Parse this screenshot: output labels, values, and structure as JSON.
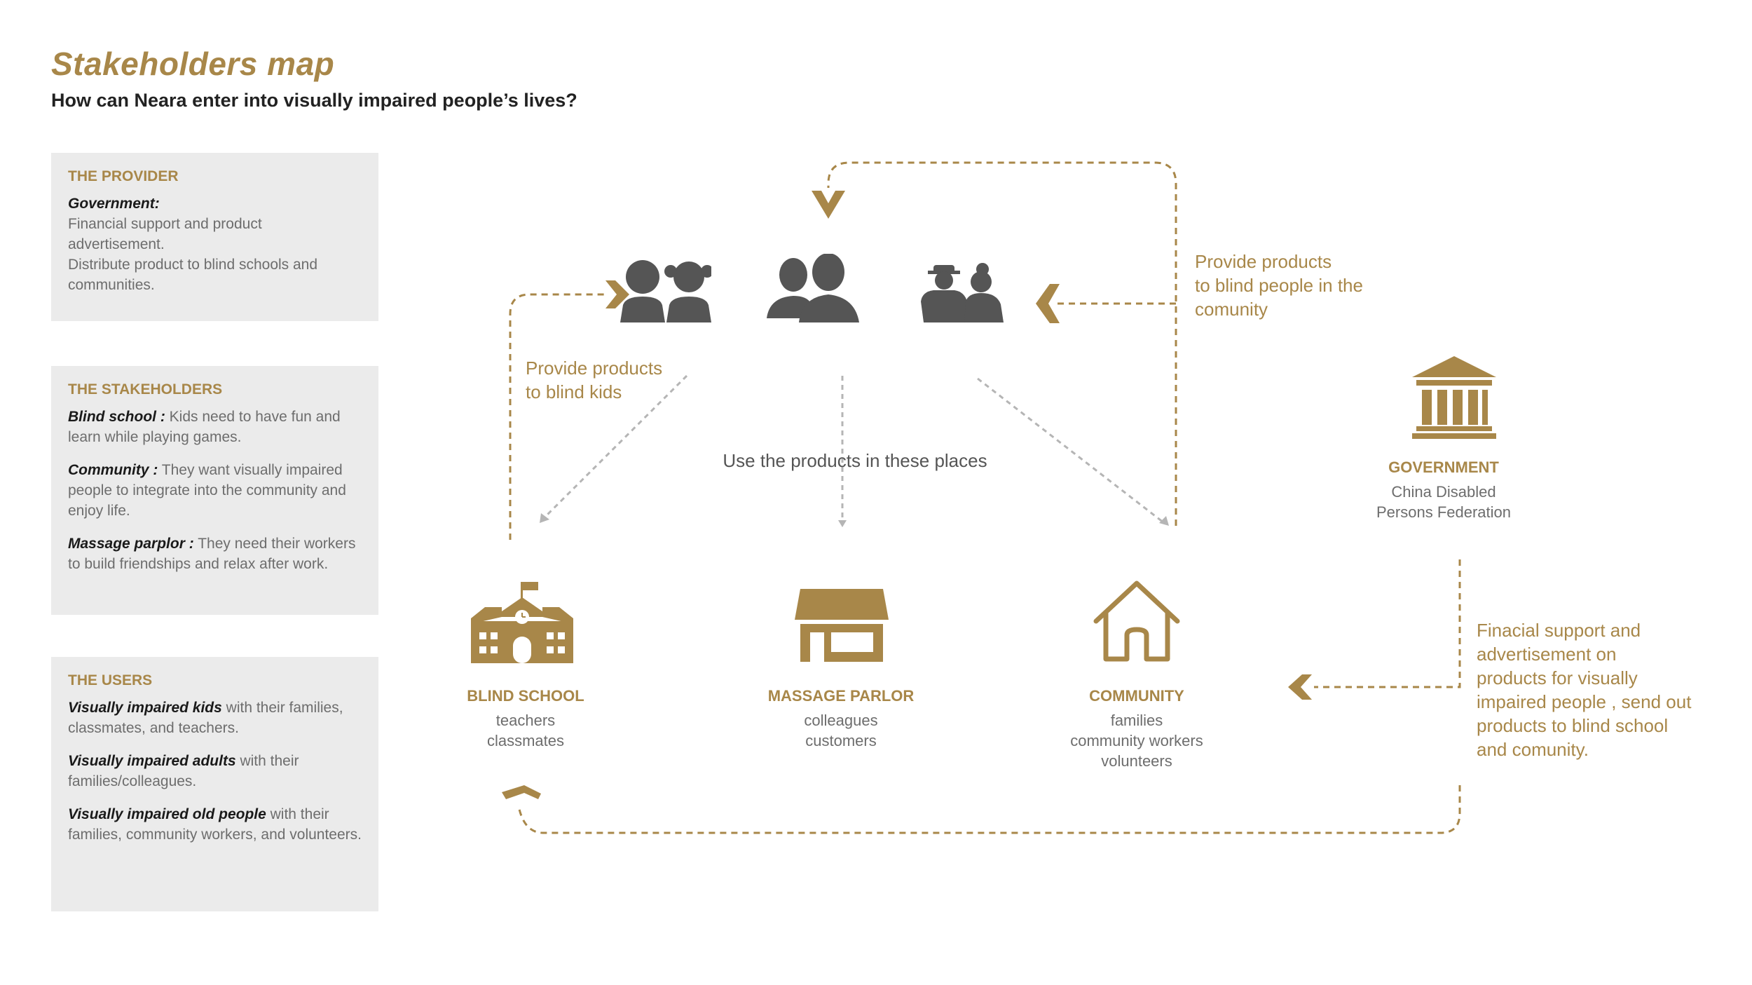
{
  "header": {
    "title": "Stakeholders map",
    "subtitle": "How can Neara enter into visually impaired people’s lives?"
  },
  "provider": {
    "heading": "THE PROVIDER",
    "name": "Government:",
    "line1": "Financial support and product advertisement.",
    "line2": "Distribute product to blind schools and communities."
  },
  "stakeholders": {
    "heading": "THE STAKEHOLDERS",
    "items": [
      {
        "name": "Blind school :",
        "text": " Kids need to have fun and learn while playing games."
      },
      {
        "name": "Community :",
        "text": " They want visually impaired people to integrate into the community and enjoy life."
      },
      {
        "name": "Massage parplor :",
        "text": " They need their workers to build friendships and relax after work."
      }
    ]
  },
  "users": {
    "heading": "THE USERS",
    "items": [
      {
        "name": "Visually impaired kids",
        "text": " with their families, classmates, and teachers."
      },
      {
        "name": "Visually impaired adults",
        "text": " with their families/colleagues."
      },
      {
        "name": "Visually impaired old people",
        "text": " with their families, community workers, and volunteers."
      }
    ]
  },
  "diagram": {
    "provide_kids": [
      "Provide products",
      "to blind kids"
    ],
    "provide_community": [
      "Provide  products",
      "to blind people in the",
      "comunity"
    ],
    "use_places": "Use the products in these places",
    "government": {
      "title": "GOVERNMENT",
      "lines": [
        "China Disabled",
        "Persons Federation"
      ]
    },
    "support_note": [
      "Finacial support and",
      "advertisement on",
      "products for visually",
      "impaired people , send out",
      "products to blind school",
      "and comunity."
    ],
    "places": [
      {
        "title": "BLIND SCHOOL",
        "lines": [
          "teachers",
          "classmates"
        ]
      },
      {
        "title": "MASSAGE PARLOR",
        "lines": [
          "colleagues",
          "customers"
        ]
      },
      {
        "title": "COMMUNITY",
        "lines": [
          "families",
          "community workers",
          "volunteers"
        ]
      }
    ]
  },
  "colors": {
    "accent": "#a88749",
    "icon_dark": "#555555",
    "panel_bg": "#ebebeb",
    "dotted_gray": "#b5b5b5"
  },
  "icons": [
    "kids-icon",
    "adults-icon",
    "elderly-icon",
    "government-building-icon",
    "school-icon",
    "massage-parlor-icon",
    "home-icon"
  ]
}
